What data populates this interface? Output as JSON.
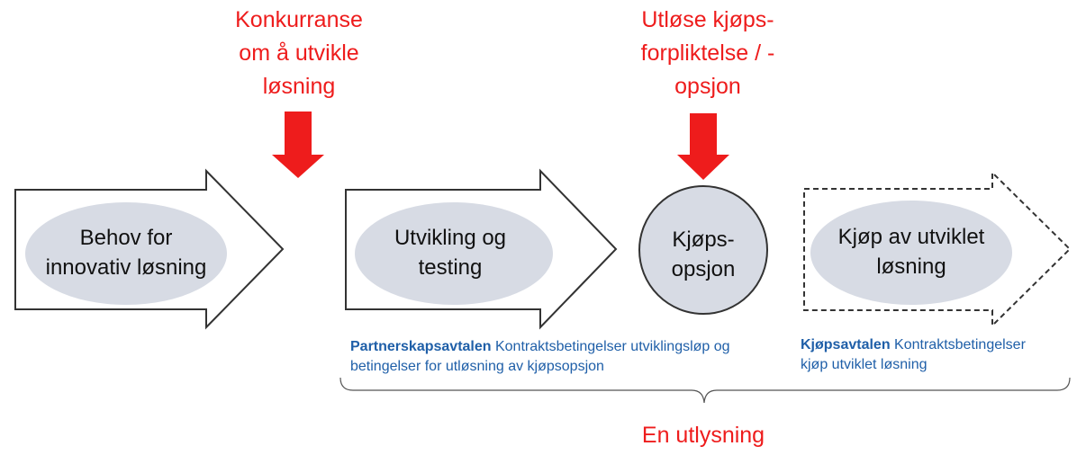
{
  "colors": {
    "accent_red": "#ee1c1c",
    "contract_blue": "#1f5fa8",
    "ellipse_fill": "#d7dbe4",
    "arrow_stroke": "#333333"
  },
  "top_labels": {
    "competition": [
      "Konkurranse",
      "om å utvikle",
      "løsning"
    ],
    "trigger": [
      "Utløse kjøps-",
      "forpliktelse / -",
      "opsjon"
    ]
  },
  "shapes": {
    "need": [
      "Behov for",
      "innovativ løsning"
    ],
    "development": [
      "Utvikling og",
      "testing"
    ],
    "option": [
      "Kjøps-",
      "opsjon"
    ],
    "purchase": [
      "Kjøp av utviklet",
      "løsning"
    ]
  },
  "contracts": {
    "partnership": {
      "title": "Partnerskapsavtalen",
      "line1": "Kontraktsbetingelser utviklingsløp og",
      "line2": "betingelser for utløsning av kjøpsopsjon"
    },
    "purchase": {
      "title": "Kjøpsavtalen",
      "line1": "Kontraktsbetingelser",
      "line2": "kjøp utviklet løsning"
    }
  },
  "announcement": "En utlysning"
}
